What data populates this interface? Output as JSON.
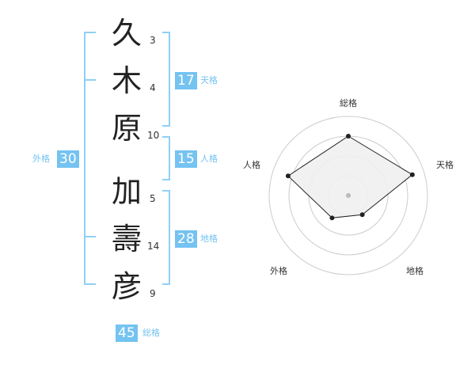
{
  "name": {
    "chars": [
      {
        "char": "久",
        "strokes": "3"
      },
      {
        "char": "木",
        "strokes": "4"
      },
      {
        "char": "原",
        "strokes": "10"
      },
      {
        "char": "加",
        "strokes": "5"
      },
      {
        "char": "壽",
        "strokes": "14"
      },
      {
        "char": "彦",
        "strokes": "9"
      }
    ]
  },
  "kakusu": {
    "tenkaku": {
      "value": "17",
      "label": "天格"
    },
    "jinkaku": {
      "value": "15",
      "label": "人格"
    },
    "chikaku": {
      "value": "28",
      "label": "地格"
    },
    "gaikaku": {
      "value": "30",
      "label": "外格"
    },
    "soukaku": {
      "value": "45",
      "label": "総格"
    }
  },
  "radar": {
    "labels": [
      "総格",
      "天格",
      "地格",
      "外格",
      "人格"
    ],
    "values": [
      0.75,
      0.85,
      0.3,
      0.35,
      0.8
    ],
    "colors": {
      "fill": "#f0f0f0",
      "stroke": "#222222",
      "ring": "#cccccc",
      "center": "#bbbbbb"
    }
  }
}
